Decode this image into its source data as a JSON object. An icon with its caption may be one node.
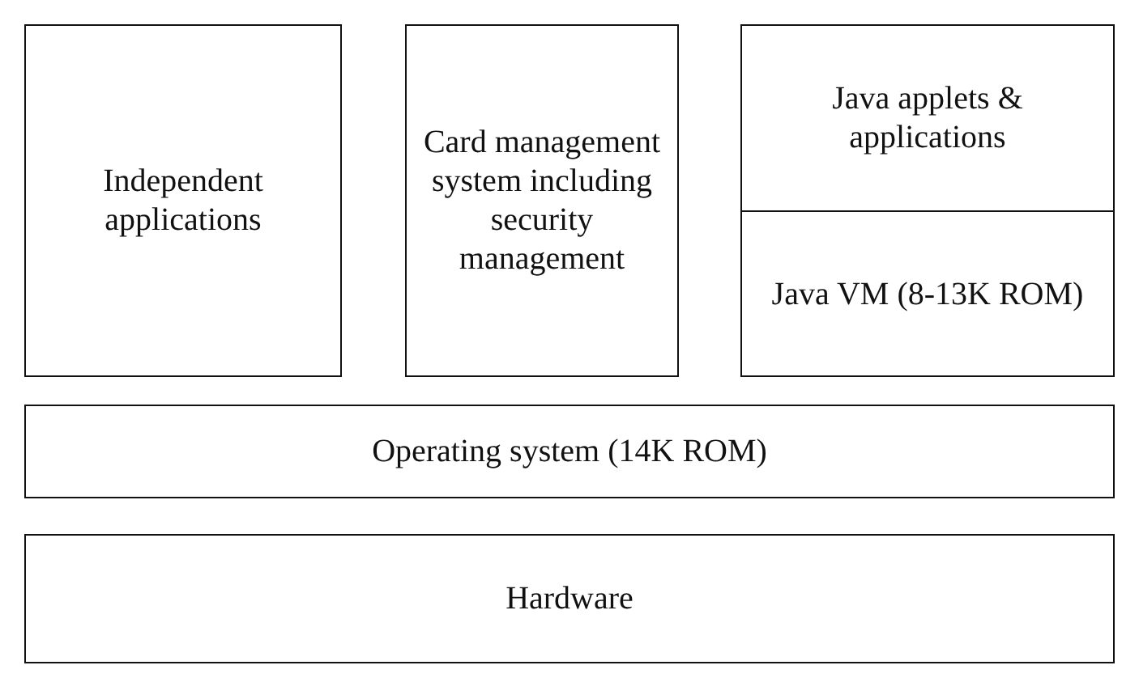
{
  "diagram": {
    "nodes": [
      {
        "text": [
          "Independent applications"
        ]
      },
      {
        "text": [
          "Card management system including security management"
        ]
      },
      {
        "text": [
          "Java applets & applications"
        ]
      },
      {
        "text": [
          "Java VM (8-13K ROM)"
        ]
      },
      {
        "text": [
          "Operating system (14K ROM)"
        ]
      },
      {
        "text": [
          "Hardware"
        ]
      }
    ]
  }
}
